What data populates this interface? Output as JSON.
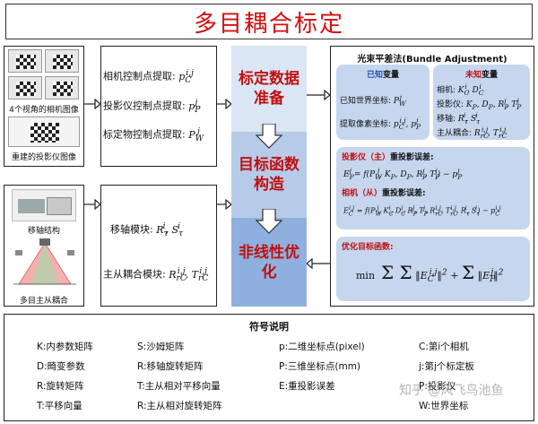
{
  "title": "多目耦合标定",
  "left": {
    "cam_images_caption": "4个视角的相机图像",
    "proj_image_caption": "重建的投影仪图像",
    "axis_structure_caption": "移轴结构",
    "multi_caption": "多目主从耦合"
  },
  "mid_top": {
    "items": [
      {
        "label": "相机控制点提取:",
        "sym": "p",
        "sub": "C",
        "sup": "i,j"
      },
      {
        "label": "投影仪控制点提取:",
        "sym": "p",
        "sub": "P",
        "sup": "j"
      },
      {
        "label": "标定物控制点提取:",
        "sym": "P",
        "sub": "W",
        "sup": "j"
      }
    ]
  },
  "mid_bottom": {
    "axis_label": "移轴模块:",
    "axis_sym": "R, S",
    "coupling_label": "主从耦合模块:",
    "coupling_sym": "R, T"
  },
  "stages": {
    "s1": "标定数据准备",
    "s2": "目标函数构造",
    "s3": "非线性优化"
  },
  "ba": {
    "title": "光束平差法(Bundle Adjustment)",
    "known_a": "已知",
    "known_b": "变量",
    "unknown_a": "未知",
    "unknown_b": "变量",
    "known_world": "已知世界坐标:",
    "known_pixel": "提取像素坐标:",
    "unk_camera": "相机:",
    "unk_projector": "投影仪:",
    "unk_axis": "移轴:",
    "unk_coupling": "主从耦合:",
    "proj_err_a": "投影仪（主）",
    "proj_err_b": "重投影误差:",
    "cam_err_a": "相机（从）",
    "cam_err_b": "重投影误差:",
    "opt_title": "优化目标函数:",
    "opt_min": "min"
  },
  "legend": {
    "title": "符号说明",
    "col1": [
      "K:内参数矩阵",
      "D:畸变参数",
      "R:旋转矩阵",
      "T:平移向量"
    ],
    "col2": [
      "S:沙姆矩阵",
      "R:移轴旋转矩阵",
      "T:主从相对平移向量",
      "R:主从相对旋转矩阵"
    ],
    "col3": [
      "p:二维坐标点(pixel)",
      "P:三维坐标点(mm)",
      "E:重投影误差"
    ],
    "col4": [
      "C:第i个相机",
      "j:第j个标定板",
      "P:投影仪",
      "W:世界坐标"
    ]
  },
  "watermark": "知乎 @风飞鸟池鱼"
}
